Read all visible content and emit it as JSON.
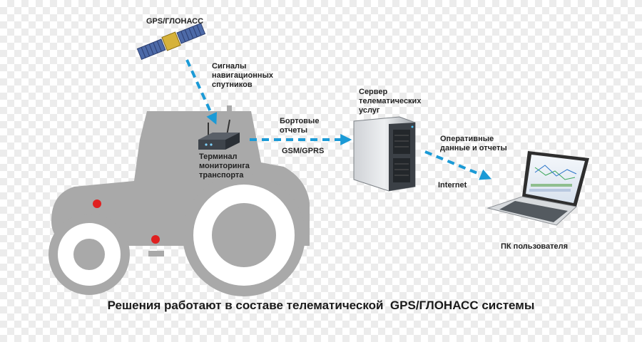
{
  "labels": {
    "satellite": "GPS/ГЛОНАСС",
    "satellite_signals": "Сигналы\nнавигационных\nспутников",
    "terminal": "Терминал\nмониторинга\nтранспорта",
    "onboard_reports": "Бортовые\nотчеты",
    "gsm_gprs": "GSM/GPRS",
    "server": "Сервер\nтелематических\nуслуг",
    "operative_data": "Оперативные\nданные и отчеты",
    "internet": "Internet",
    "user_pc": "ПК пользователя"
  },
  "caption": "Решения работают в составе телематической  GPS/ГЛОНАСС системы",
  "colors": {
    "accent_blue": "#1b9ad6",
    "tractor_gray": "#a9a9a9",
    "light_red": "#e02020"
  },
  "icons": {
    "satellite": "satellite-icon",
    "terminal": "gps-terminal-icon",
    "server": "blade-server-icon",
    "laptop": "laptop-icon",
    "tractor": "tractor-silhouette"
  }
}
